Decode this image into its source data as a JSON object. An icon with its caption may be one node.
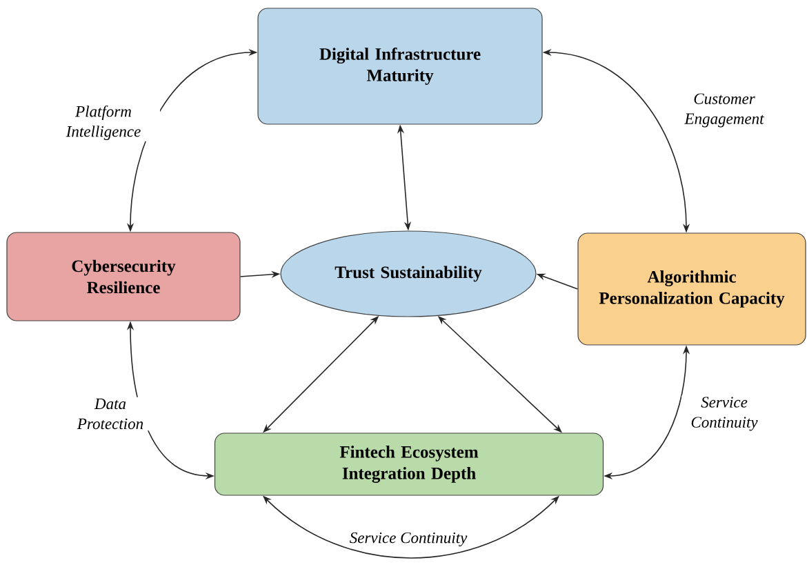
{
  "diagram": {
    "nodes": [
      {
        "text": [
          "Digital Infrastructure Maturity"
        ]
      },
      {
        "text": [
          "Cybersecurity Resilience"
        ]
      },
      {
        "text": [
          "Trust Sustainability"
        ]
      },
      {
        "text": [
          "Algorithmic Personalization Capacity"
        ]
      },
      {
        "text": [
          "Fintech Ecosystem Integration Depth"
        ]
      }
    ],
    "edges": [
      {
        "from": 0,
        "to": 1,
        "arrow": "both",
        "label": "Platform Intelligence"
      },
      {
        "from": 0,
        "to": 3,
        "arrow": "both",
        "label": "Customer Engagement"
      },
      {
        "from": 0,
        "to": 2,
        "arrow": "both"
      },
      {
        "from": 1,
        "to": 2,
        "arrow": "to"
      },
      {
        "from": 3,
        "to": 2,
        "arrow": "to"
      },
      {
        "from": 2,
        "to": 4,
        "arrow": "both"
      },
      {
        "from": 2,
        "to": 4,
        "arrow": "both"
      },
      {
        "from": 1,
        "to": 4,
        "arrow": "both",
        "label": "Data Protection"
      },
      {
        "from": 3,
        "to": 4,
        "arrow": "both",
        "label": "Service Continuity"
      },
      {
        "from": 4,
        "to": 4,
        "arrow": "both",
        "label": "Service Continuity"
      }
    ]
  }
}
